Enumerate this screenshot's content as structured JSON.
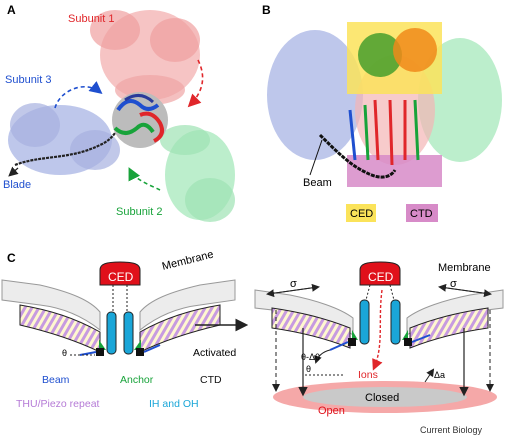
{
  "panel_a": {
    "letter": "A",
    "subunit1": "Subunit 1",
    "subunit2": "Subunit 2",
    "subunit3": "Subunit 3",
    "blade": "Blade"
  },
  "panel_b": {
    "letter": "B",
    "beam": "Beam",
    "ced_box": "CED",
    "ctd_box": "CTD"
  },
  "panel_c": {
    "letter": "C",
    "membrane_left": "Membrane",
    "membrane_right": "Membrane",
    "ced_left": "CED",
    "ced_right": "CED",
    "theta": "θ",
    "theta_minus": "θ-Δθ",
    "theta_dotted": "θ",
    "sigma_left": "σ",
    "sigma_right": "σ",
    "delta_a": "Δa",
    "activated": "Activated",
    "ions": "Ions",
    "closed": "Closed",
    "open": "Open",
    "legend": {
      "beam": "Beam",
      "anchor": "Anchor",
      "ctd": "CTD",
      "repeat": "THU/Piezo repeat",
      "ih_oh": "IH and OH"
    }
  },
  "credit": "Current Biology",
  "colors": {
    "red": "#e0262a",
    "blue": "#1f4fcf",
    "green": "#18a33a",
    "black": "#111111",
    "violet": "#b57ad6",
    "cyan": "#1aa6d8",
    "ced_fill": "#e0101a",
    "ced_box": "#fbe35a",
    "ctd_box": "#d78bc8",
    "open_fill": "#f5a8a8",
    "closed_fill": "#c9c9c9"
  }
}
